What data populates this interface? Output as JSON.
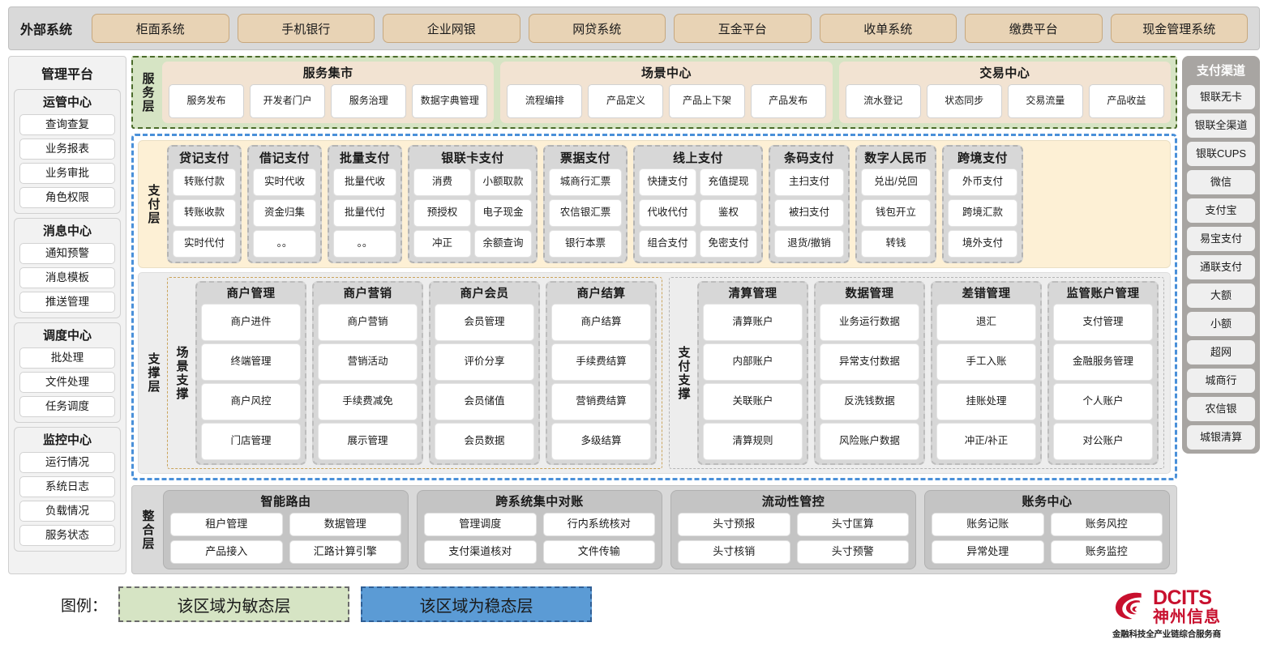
{
  "external": {
    "title": "外部系统",
    "items": [
      "柜面系统",
      "手机银行",
      "企业网银",
      "网贷系统",
      "互金平台",
      "收单系统",
      "缴费平台",
      "现金管理系统"
    ]
  },
  "admin": {
    "title": "管理平台",
    "groups": [
      {
        "title": "运管中心",
        "items": [
          "查询查复",
          "业务报表",
          "业务审批",
          "角色权限"
        ]
      },
      {
        "title": "消息中心",
        "items": [
          "通知预警",
          "消息模板",
          "推送管理"
        ]
      },
      {
        "title": "调度中心",
        "items": [
          "批处理",
          "文件处理",
          "任务调度"
        ]
      },
      {
        "title": "监控中心",
        "items": [
          "运行情况",
          "系统日志",
          "负载情况",
          "服务状态"
        ]
      }
    ]
  },
  "service_layer": {
    "label": "服务层",
    "groups": [
      {
        "title": "服务集市",
        "items": [
          "服务发布",
          "开发者门户",
          "服务治理",
          "数据字典管理"
        ]
      },
      {
        "title": "场景中心",
        "items": [
          "流程编排",
          "产品定义",
          "产品上下架",
          "产品发布"
        ]
      },
      {
        "title": "交易中心",
        "items": [
          "流水登记",
          "状态同步",
          "交易流量",
          "产品收益"
        ]
      }
    ]
  },
  "payment_layer": {
    "label": "支付层",
    "groups": [
      {
        "title": "贷记支付",
        "cols": 1,
        "width": 90,
        "items": [
          "转账付款",
          "转账收款",
          "实时代付"
        ]
      },
      {
        "title": "借记支付",
        "cols": 1,
        "width": 90,
        "items": [
          "实时代收",
          "资金归集",
          "。。"
        ]
      },
      {
        "title": "批量支付",
        "cols": 1,
        "width": 90,
        "items": [
          "批量代收",
          "批量代付",
          "。。"
        ]
      },
      {
        "title": "银联卡支付",
        "cols": 2,
        "width": 160,
        "items": [
          "消费",
          "小额取款",
          "预授权",
          "电子现金",
          "冲正",
          "余额查询"
        ]
      },
      {
        "title": "票据支付",
        "cols": 1,
        "width": 104,
        "items": [
          "城商行汇票",
          "农信银汇票",
          "银行本票"
        ]
      },
      {
        "title": "线上支付",
        "cols": 2,
        "width": 160,
        "items": [
          "快捷支付",
          "充值提现",
          "代收代付",
          "鉴权",
          "组合支付",
          "免密支付"
        ]
      },
      {
        "title": "条码支付",
        "cols": 1,
        "width": 100,
        "items": [
          "主扫支付",
          "被扫支付",
          "退货/撤销"
        ]
      },
      {
        "title": "数字人民币",
        "cols": 1,
        "width": 100,
        "items": [
          "兑出/兑回",
          "钱包开立",
          "转钱"
        ]
      },
      {
        "title": "跨境支付",
        "cols": 1,
        "width": 100,
        "items": [
          "外币支付",
          "跨境汇款",
          "境外支付"
        ]
      }
    ]
  },
  "support_layer": {
    "label": "支撑层",
    "halves": [
      {
        "label": "场景支撑",
        "cards": [
          {
            "title": "商户管理",
            "items": [
              "商户进件",
              "终端管理",
              "商户风控",
              "门店管理"
            ]
          },
          {
            "title": "商户营销",
            "items": [
              "商户营销",
              "营销活动",
              "手续费减免",
              "展示管理"
            ]
          },
          {
            "title": "商户会员",
            "items": [
              "会员管理",
              "评价分享",
              "会员储值",
              "会员数据"
            ]
          },
          {
            "title": "商户结算",
            "items": [
              "商户结算",
              "手续费结算",
              "营销费结算",
              "多级结算"
            ]
          }
        ]
      },
      {
        "label": "支付支撑",
        "cards": [
          {
            "title": "清算管理",
            "items": [
              "清算账户",
              "内部账户",
              "关联账户",
              "清算规则"
            ]
          },
          {
            "title": "数据管理",
            "items": [
              "业务运行数据",
              "异常支付数据",
              "反洗钱数据",
              "风险账户数据"
            ]
          },
          {
            "title": "差错管理",
            "items": [
              "退汇",
              "手工入账",
              "挂账处理",
              "冲正/补正"
            ]
          },
          {
            "title": "监管账户管理",
            "items": [
              "支付管理",
              "金融服务管理",
              "个人账户",
              "对公账户"
            ]
          }
        ]
      }
    ]
  },
  "integration_layer": {
    "label": "整合层",
    "groups": [
      {
        "title": "智能路由",
        "items": [
          "租户管理",
          "数据管理",
          "产品接入",
          "汇路计算引擎"
        ]
      },
      {
        "title": "跨系统集中对账",
        "items": [
          "管理调度",
          "行内系统核对",
          "支付渠道核对",
          "文件传输"
        ]
      },
      {
        "title": "流动性管控",
        "items": [
          "头寸预报",
          "头寸匡算",
          "头寸核销",
          "头寸预警"
        ]
      },
      {
        "title": "账务中心",
        "items": [
          "账务记账",
          "账务风控",
          "异常处理",
          "账务监控"
        ]
      }
    ]
  },
  "channels": {
    "title": "支付渠道",
    "items": [
      "银联无卡",
      "银联全渠道",
      "银联CUPS",
      "微信",
      "支付宝",
      "易宝支付",
      "通联支付",
      "大额",
      "小额",
      "超网",
      "城商行",
      "农信银",
      "城银清算"
    ]
  },
  "legend": {
    "label": "图例：",
    "agile": "该区域为敏态层",
    "stable": "该区域为稳态层"
  },
  "logo": {
    "en": "DCITS",
    "cn": "神州信息",
    "tagline": "金融科技全产业链综合服务商"
  },
  "colors": {
    "agile_green": "#d6e4c4",
    "stable_blue": "#5b9bd5",
    "payment_cream": "#fdf0d5",
    "external_tan": "#e8d3b5",
    "brand_red": "#c8102e"
  }
}
